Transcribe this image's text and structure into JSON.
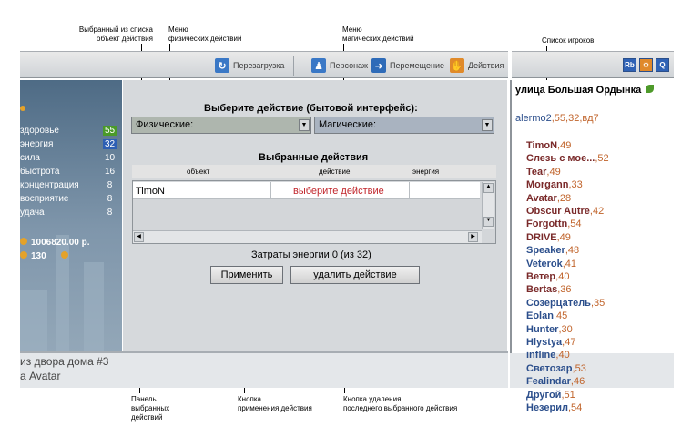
{
  "annotations": {
    "selected_object": "Выбранный из списка\nобъект действия",
    "physical_menu": "Меню\nфизических действий",
    "magic_menu": "Меню\nмагических действий",
    "players_list": "Список игроков",
    "panel_selected": "Панель\nвыбранных\nдействий",
    "apply_button": "Кнопка\nприменения действия",
    "delete_button": "Кнопка удаления\nпоследнего выбранного действия"
  },
  "toolbar": {
    "reload": "Перезагрузка",
    "character": "Персонаж",
    "move": "Перемещение",
    "actions": "Действия"
  },
  "right_toolbar": [
    "Rb",
    "⚙",
    "Q"
  ],
  "stats": [
    {
      "label": "здоровье",
      "value": "55",
      "highlight": "green"
    },
    {
      "label": "энергия",
      "value": "32",
      "highlight": "blue"
    },
    {
      "label": "сила",
      "value": "10"
    },
    {
      "label": "быстрота",
      "value": "16"
    },
    {
      "label": "концентрация",
      "value": "8"
    },
    {
      "label": "восприятие",
      "value": "8"
    },
    {
      "label": "удача",
      "value": "8"
    }
  ],
  "money": "1006820.00 р.",
  "crystals": "130",
  "center": {
    "choose_title": "Выберите действие (бытовой интерфейс):",
    "physical": "Физические:",
    "magic": "Магические:",
    "selected_title": "Выбранные действия",
    "col_object": "объект",
    "col_action": "действие",
    "col_energy": "энергия",
    "row_object": "TimoN",
    "row_action": "выберите действие",
    "energy_cost": "Затраты энергии 0 (из 32)",
    "apply": "Применить",
    "delete": "удалить действие"
  },
  "chat": {
    "line1": "из двора дома #3",
    "line2": "а Avatar"
  },
  "location": "улица Большая Ордынка",
  "self_player": {
    "name": "alermo2",
    "info": ",55,32,вд7"
  },
  "players": [
    {
      "name": "TimoN",
      "lvl": ",49"
    },
    {
      "name": "Слезь с мое...",
      "lvl": ",52"
    },
    {
      "name": "Tear",
      "lvl": ",49"
    },
    {
      "name": "Morgann",
      "lvl": ",33"
    },
    {
      "name": "Avatar",
      "lvl": ",28"
    },
    {
      "name": "Obscur Autre",
      "lvl": ",42"
    },
    {
      "name": "Forgottn",
      "lvl": ",54"
    },
    {
      "name": "DRIVE",
      "lvl": ",49"
    },
    {
      "name": "Speaker",
      "lvl": ",48"
    },
    {
      "name": "Veterok",
      "lvl": ",41"
    },
    {
      "name": "Ветер",
      "lvl": ",40"
    },
    {
      "name": "Bertas",
      "lvl": ",36"
    },
    {
      "name": "Созерцатель",
      "lvl": ",35"
    },
    {
      "name": "Eolan",
      "lvl": ",45"
    },
    {
      "name": "Hunter",
      "lvl": ",30"
    },
    {
      "name": "Hlystya",
      "lvl": ",47"
    },
    {
      "name": "infline",
      "lvl": ",40"
    },
    {
      "name": "Светозар",
      "lvl": ",53"
    },
    {
      "name": "Fealindar",
      "lvl": ",46"
    },
    {
      "name": "Другой",
      "lvl": ",51"
    },
    {
      "name": "Незерил",
      "lvl": ",54"
    }
  ]
}
